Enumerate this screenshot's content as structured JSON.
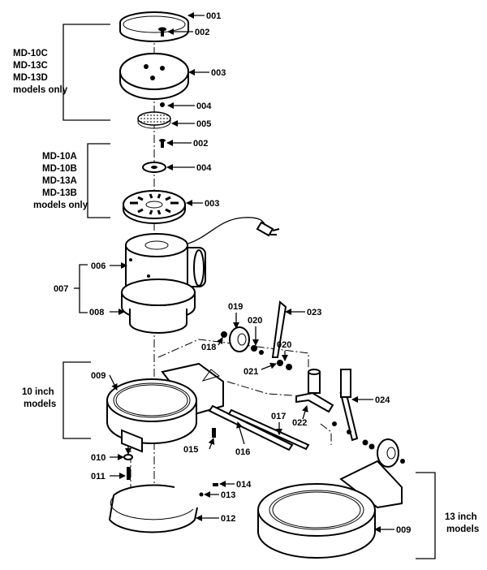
{
  "parts": {
    "p001": "001",
    "p002a": "002",
    "p003a": "003",
    "p004a": "004",
    "p005": "005",
    "p002b": "002",
    "p004b": "004",
    "p003b": "003",
    "p006": "006",
    "p007": "007",
    "p008": "008",
    "p009a": "009",
    "p009b": "009",
    "p010": "010",
    "p011": "011",
    "p012": "012",
    "p013": "013",
    "p014": "014",
    "p015": "015",
    "p016": "016",
    "p017": "017",
    "p018": "018",
    "p019": "019",
    "p020a": "020",
    "p020b": "020",
    "p021": "021",
    "p022": "022",
    "p023": "023",
    "p024": "024"
  },
  "groups": {
    "g1": [
      "MD-10C",
      "MD-13C",
      "MD-13D",
      "models only"
    ],
    "g2": [
      "MD-10A",
      "MD-10B",
      "MD-13A",
      "MD-13B",
      "models only"
    ],
    "g3": [
      "10 inch",
      "models"
    ],
    "g4": [
      "13 inch",
      "models"
    ]
  },
  "arrow_marker": "#000000",
  "line_color": "#000000"
}
